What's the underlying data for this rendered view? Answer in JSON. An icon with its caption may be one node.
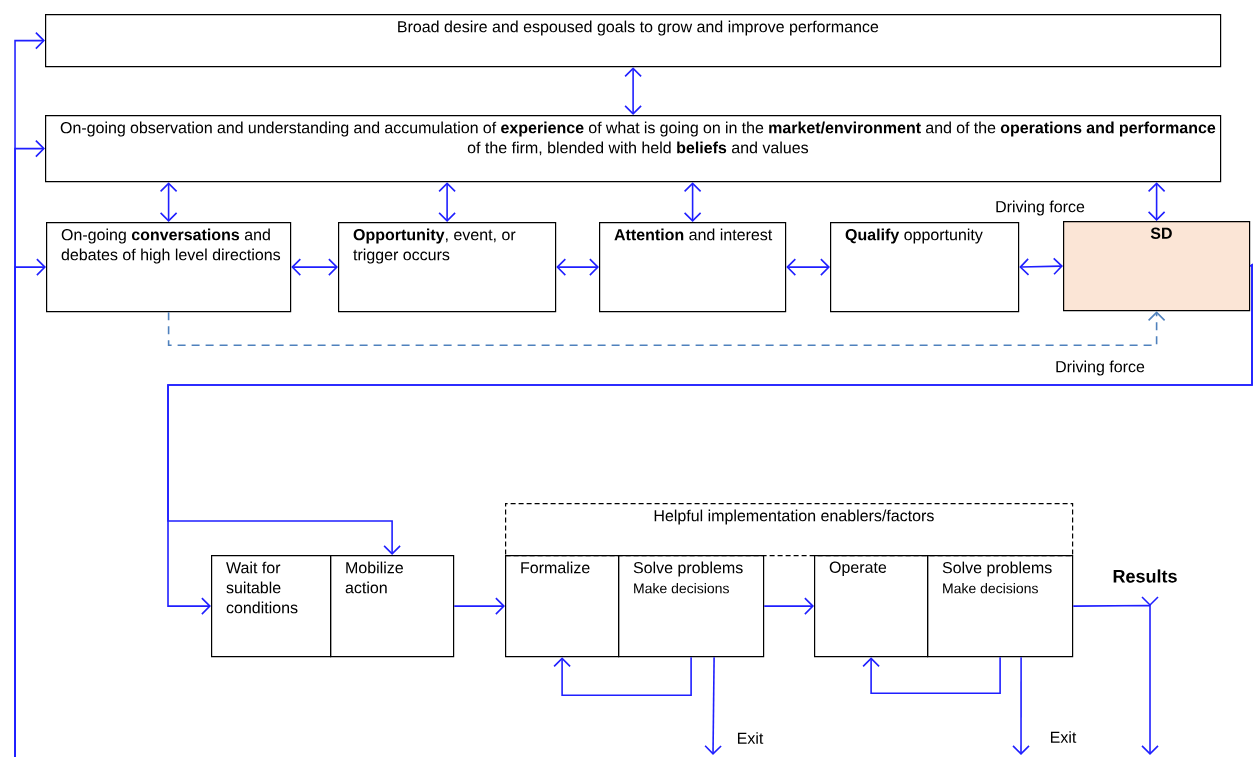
{
  "diagram": {
    "nodes": [
      {
        "text": [
          "Broad desire and espoused goals to grow and improve performance"
        ]
      },
      {
        "text": [
          "On-going observation and understanding and accumulation of **experience** of what is going on in the **market/environment** and of the **operations and performance** of the firm, blended with held **beliefs** and values"
        ]
      },
      {
        "text": [
          "On-going **conversations** and debates of high level directions"
        ]
      },
      {
        "text": [
          "**Opportunity**, event, or trigger occurs"
        ]
      },
      {
        "text": [
          "**Attention** and interest"
        ]
      },
      {
        "text": [
          "**Qualify** opportunity"
        ]
      },
      {
        "text": [
          "SD"
        ]
      },
      {
        "text": [
          "Wait for suitable conditions"
        ]
      },
      {
        "text": [
          "Mobilize action"
        ]
      },
      {
        "text": [
          "Helpful implementation enablers/factors"
        ]
      },
      {
        "text": [
          "Formalize"
        ]
      },
      {
        "text": [
          "Solve problems",
          "Make decisions"
        ]
      },
      {
        "text": [
          "Operate"
        ]
      },
      {
        "text": [
          "Solve problems",
          "Make decisions"
        ]
      }
    ],
    "edges": [
      {
        "from": 0,
        "to": 1,
        "arrow": "both"
      },
      {
        "from": 1,
        "to": 2,
        "arrow": "both"
      },
      {
        "from": 1,
        "to": 3,
        "arrow": "both"
      },
      {
        "from": 1,
        "to": 4,
        "arrow": "both"
      },
      {
        "from": 1,
        "to": 6,
        "arrow": "both"
      },
      {
        "from": 2,
        "to": 3,
        "arrow": "both"
      },
      {
        "from": 3,
        "to": 4,
        "arrow": "both"
      },
      {
        "from": 4,
        "to": 5,
        "arrow": "both"
      },
      {
        "from": 5,
        "to": 6,
        "arrow": "both"
      },
      {
        "from": 2,
        "to": 6,
        "arrow": "to",
        "style": "dashed",
        "color": "#4f81bd"
      },
      {
        "from": 6,
        "to": 7,
        "arrow": "to"
      },
      {
        "from": 6,
        "to": 8,
        "arrow": "to"
      },
      {
        "from": 8,
        "to": 10,
        "arrow": "to"
      },
      {
        "from": 11,
        "to": 12,
        "arrow": "to"
      },
      {
        "from": 11,
        "to": 10,
        "arrow": "to"
      },
      {
        "from": 11,
        "to": null,
        "arrow": "to"
      },
      {
        "from": 13,
        "to": 12,
        "arrow": "to"
      },
      {
        "from": 13,
        "to": null,
        "arrow": "to"
      },
      {
        "from": 13,
        "to": null,
        "arrow": "to"
      },
      {
        "from": null,
        "to": 0,
        "arrow": "to"
      },
      {
        "from": null,
        "to": 1,
        "arrow": "to"
      },
      {
        "from": null,
        "to": 2,
        "arrow": "to"
      }
    ],
    "labels": [
      "Driving force",
      "Driving force",
      "Results",
      "Exit",
      "Exit"
    ]
  }
}
